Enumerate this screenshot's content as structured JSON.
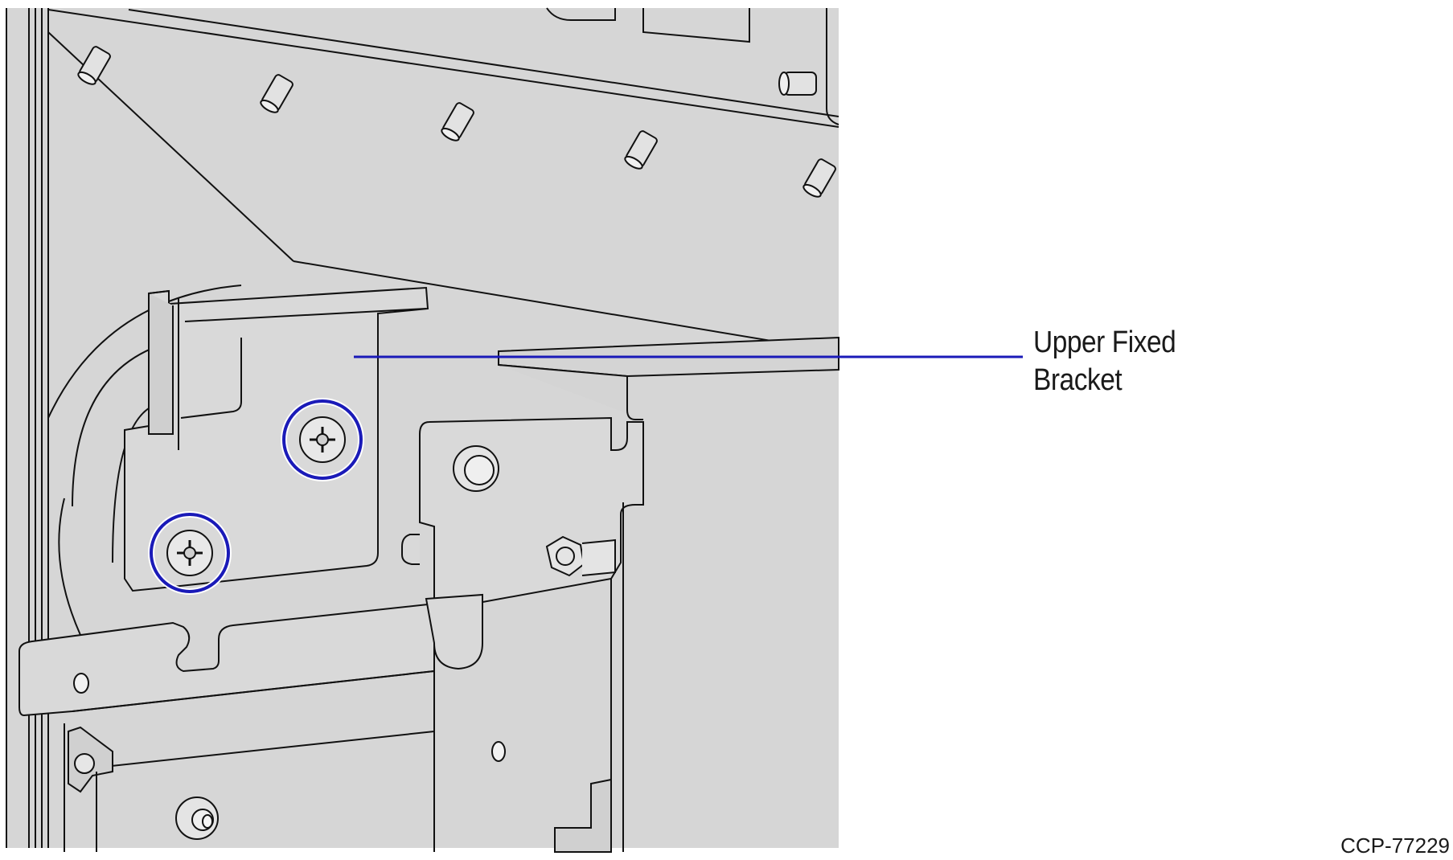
{
  "callout": {
    "line1": "Upper Fixed",
    "line2": "Bracket"
  },
  "figure_id": "CCP-77229",
  "colors": {
    "panel_fill": "#d6d6d6",
    "line_stroke": "#111111",
    "highlight": "#1a1ab8",
    "background": "#ffffff"
  },
  "highlights": {
    "count": 2,
    "target": "screw"
  }
}
